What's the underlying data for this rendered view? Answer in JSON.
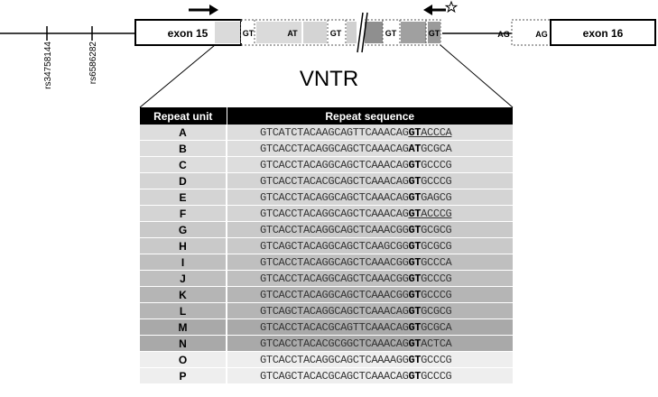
{
  "diagram": {
    "exon_left": "exon 15",
    "exon_right": "exon 16",
    "splice_labels": [
      "GT",
      "AT",
      "GT",
      "GT",
      "GT"
    ],
    "acceptor_outer": "AG",
    "acceptor_inner": "AG",
    "snps": [
      "rs34758144",
      "rs6586282"
    ],
    "title": "VNTR"
  },
  "table": {
    "headers": [
      "Repeat unit",
      "Repeat sequence"
    ],
    "rows": [
      {
        "unit": "A",
        "pre": "GTCATCTACAAGCAGTTCAAACAG",
        "mid": "GT",
        "post": "ACCCA",
        "bg": "#dddddd",
        "underline": true
      },
      {
        "unit": "B",
        "pre": "GTCACCTACAGGCAGCTCAAACAG",
        "mid": "AT",
        "post": "GCGCA",
        "bg": "#dddddd",
        "underline": false
      },
      {
        "unit": "C",
        "pre": "GTCACCTACAGGCAGCTCAAACAG",
        "mid": "GT",
        "post": "GCCCG",
        "bg": "#dddddd",
        "underline": false
      },
      {
        "unit": "D",
        "pre": "GTCACCTACACGCAGCTCAAACAG",
        "mid": "GT",
        "post": "GCCCG",
        "bg": "#d4d4d4",
        "underline": false
      },
      {
        "unit": "E",
        "pre": "GTCACCTACAGGCAGCTCAAACAG",
        "mid": "GT",
        "post": "GAGCG",
        "bg": "#d4d4d4",
        "underline": false
      },
      {
        "unit": "F",
        "pre": "GTCACCTACAGGCAGCTCAAACAG",
        "mid": "GT",
        "post": "ACCCG",
        "bg": "#d4d4d4",
        "underline": true
      },
      {
        "unit": "G",
        "pre": "GTCACCTACAGGCAGCTCAAACGG",
        "mid": "GT",
        "post": "GCGCG",
        "bg": "#c9c9c9",
        "underline": false
      },
      {
        "unit": "H",
        "pre": "GTCAGCTACAGGCAGCTCAAGCGG",
        "mid": "GT",
        "post": "GCGCG",
        "bg": "#c9c9c9",
        "underline": false
      },
      {
        "unit": "I",
        "pre": "GTCACCTACAGGCAGCTCAAACGG",
        "mid": "GT",
        "post": "GCCCA",
        "bg": "#bfbfbf",
        "underline": false
      },
      {
        "unit": "J",
        "pre": "GTCACCTACAGGCAGCTCAAACGG",
        "mid": "GT",
        "post": "GCCCG",
        "bg": "#bfbfbf",
        "underline": false
      },
      {
        "unit": "K",
        "pre": "GTCACCTACAGGCAGCTCAAACGG",
        "mid": "GT",
        "post": "GCCCG",
        "bg": "#b5b5b5",
        "underline": false
      },
      {
        "unit": "L",
        "pre": "GTCAGCTACAGGCAGCTCAAACAG",
        "mid": "GT",
        "post": "GCGCG",
        "bg": "#b5b5b5",
        "underline": false
      },
      {
        "unit": "M",
        "pre": "GTCACCTACACGCAGTTCAAACAG",
        "mid": "GT",
        "post": "GCGCA",
        "bg": "#a9a9a9",
        "underline": false
      },
      {
        "unit": "N",
        "pre": "GTCACCTACACGCGGCTCAAACAG",
        "mid": "GT",
        "post": "ACTCA",
        "bg": "#a9a9a9",
        "underline": false
      },
      {
        "unit": "O",
        "pre": "GTCACCTACAGGCAGCTCAAAAGG",
        "mid": "GT",
        "post": "GCCCG",
        "bg": "#eeeeee",
        "underline": false
      },
      {
        "unit": "P",
        "pre": "GTCAGCTACACGCAGCTCAAACAG",
        "mid": "GT",
        "post": "GCCCG",
        "bg": "#eeeeee",
        "underline": false
      }
    ]
  }
}
